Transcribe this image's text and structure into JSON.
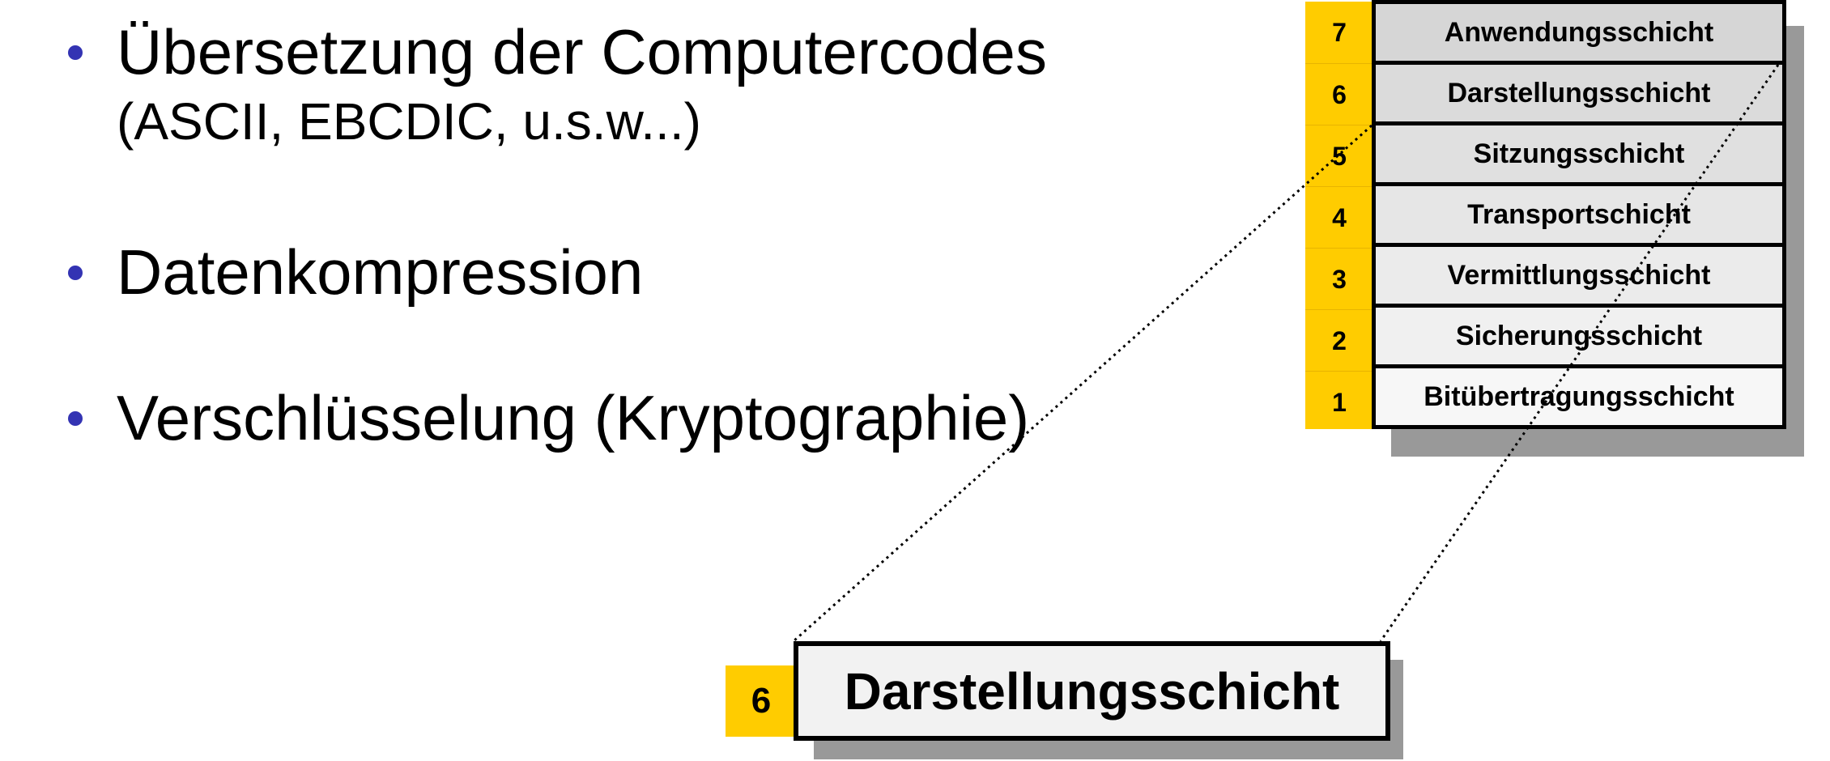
{
  "bullets": [
    {
      "line1": "Übersetzung der Computercodes",
      "line2": "(ASCII, EBCDIC, u.s.w...)"
    },
    {
      "line1": "Datenkompression"
    },
    {
      "line1": "Verschlüsselung (Kryptographie)"
    }
  ],
  "osi_layers": [
    {
      "number": "7",
      "name": "Anwendungsschicht"
    },
    {
      "number": "6",
      "name": "Darstellungsschicht"
    },
    {
      "number": "5",
      "name": "Sitzungsschicht"
    },
    {
      "number": "4",
      "name": "Transportschicht"
    },
    {
      "number": "3",
      "name": "Vermittlungsschicht"
    },
    {
      "number": "2",
      "name": "Sicherungsschicht"
    },
    {
      "number": "1",
      "name": "Bitübertragungsschicht"
    }
  ],
  "highlighted_layer": {
    "number": "6",
    "name": "Darstellungsschicht"
  },
  "colors": {
    "bullet": "#3333b3",
    "number_column": "#ffcc00",
    "shadow": "#999999",
    "layer_fill_top": "#d6d6d6",
    "layer_fill_bottom": "#f7f7f7"
  }
}
